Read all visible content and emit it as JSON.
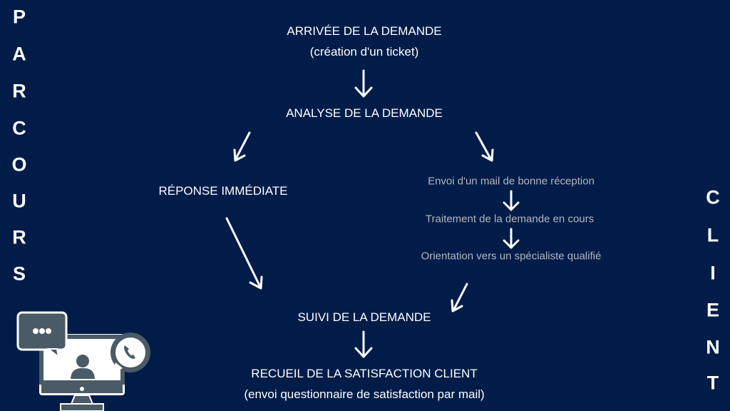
{
  "side_left": [
    "P",
    "A",
    "R",
    "C",
    "O",
    "U",
    "R",
    "S"
  ],
  "side_right": [
    "C",
    "L",
    "I",
    "E",
    "N",
    "T"
  ],
  "steps": {
    "arrival": "ARRIVÉE DE LA DEMANDE",
    "arrival_sub": "(création d'un ticket)",
    "analysis": "ANALYSE DE LA DEMANDE",
    "immediate": "RÉPONSE IMMÉDIATE",
    "mail": "Envoi d'un mail de bonne réception",
    "processing": "Traitement de la demande en cours",
    "orientation": "Orientation vers un spécialiste qualifié",
    "followup": "SUIVI DE LA DEMANDE",
    "satisfaction": "RECUEIL DE LA SATISFACTION CLIENT",
    "satisfaction_sub": "(envoi questionnaire de satisfaction par mail)"
  },
  "colors": {
    "background": "#011c49",
    "secondary_text": "#b3b7be",
    "icon": "#4a5a66"
  }
}
